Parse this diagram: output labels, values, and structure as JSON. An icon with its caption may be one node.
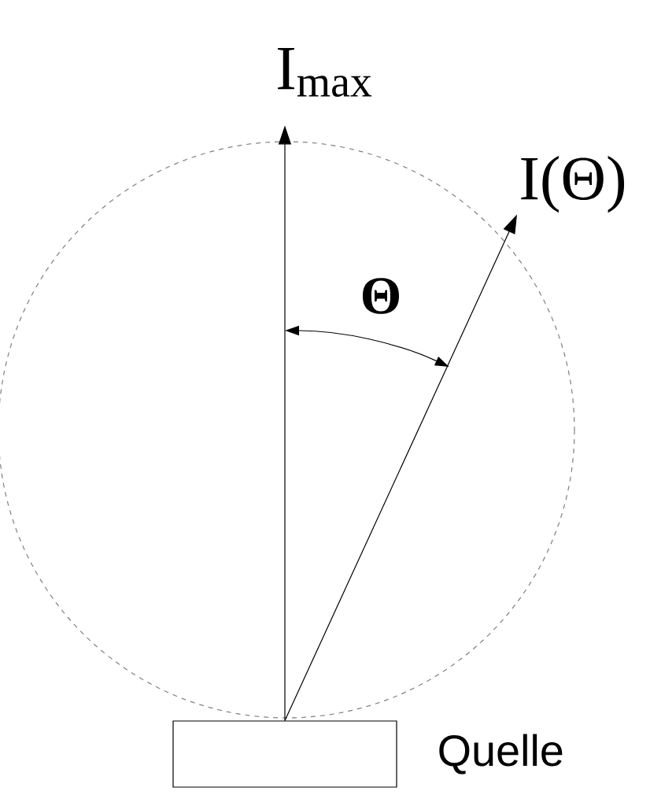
{
  "diagram": {
    "nodes": [
      {
        "text": [],
        "shape": "box",
        "beside": [
          "Quelle"
        ]
      },
      {
        "text": [
          "I$_{max}$"
        ]
      },
      {
        "text": [
          "I(Θ)"
        ]
      }
    ],
    "edges": [
      {
        "from": 0,
        "to": 1,
        "arrow": "to"
      },
      {
        "from": 0,
        "to": 2,
        "arrow": "to"
      }
    ],
    "labels": [
      "Θ"
    ]
  }
}
